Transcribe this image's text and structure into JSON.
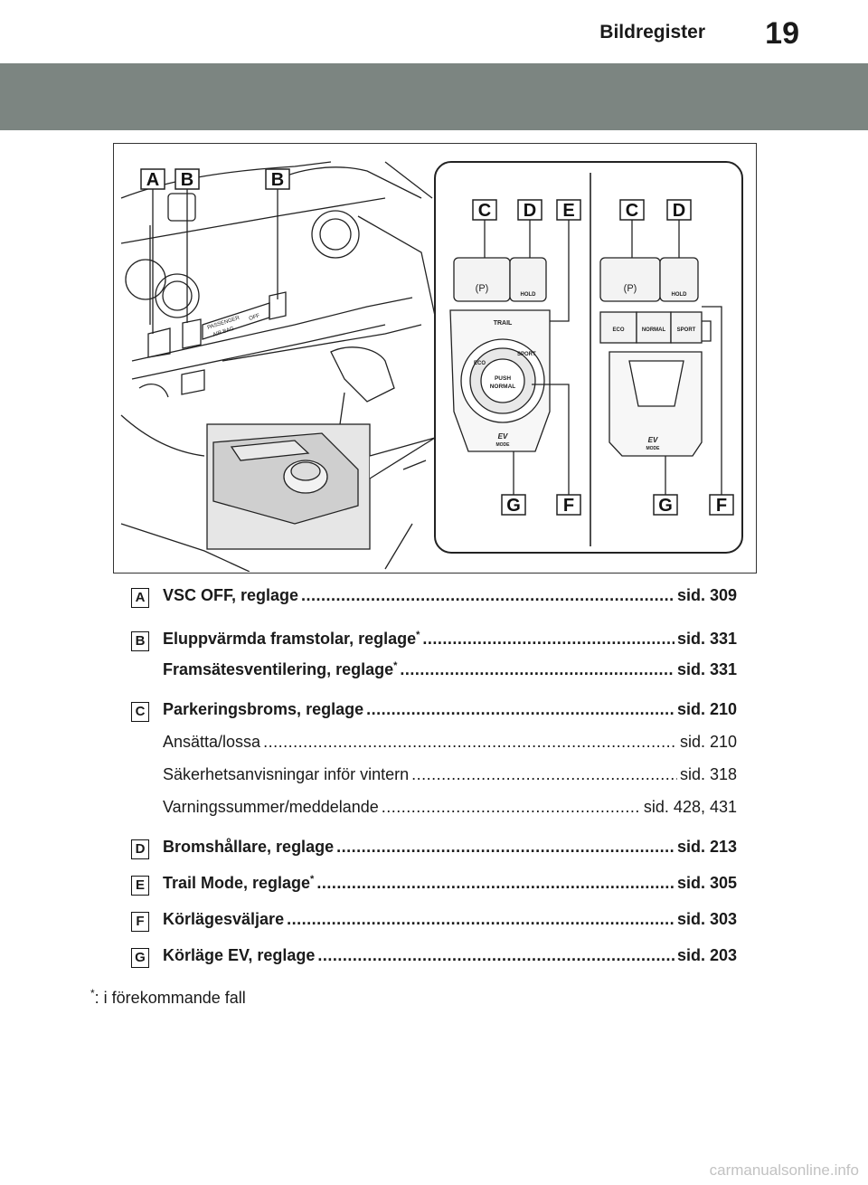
{
  "header": {
    "section_title": "Bildregister",
    "page_number": "19"
  },
  "figure": {
    "callouts_left": [
      "A",
      "B",
      "B"
    ],
    "callouts_right_top": [
      "C",
      "D",
      "E",
      "C",
      "D"
    ],
    "callouts_right_bottom": [
      "G",
      "F",
      "G",
      "F"
    ],
    "labels": {
      "passenger": "PASSENGER",
      "airbag": "AIR BAG",
      "off": "OFF",
      "trail": "TRAIL",
      "eco": "ECO",
      "sport": "SPORT",
      "push": "PUSH",
      "normal": "NORMAL",
      "ev": "EV",
      "mode": "MODE",
      "hold": "HOLD",
      "eco_btn": "ECO",
      "normal_btn": "NORMAL",
      "sport_btn": "SPORT"
    }
  },
  "entries": [
    {
      "badge": "A",
      "text": "VSC OFF, reglage",
      "star": false,
      "page": "sid. 309",
      "bold": true
    },
    {
      "badge": "B",
      "text": "Eluppvärmda framstolar, reglage",
      "star": true,
      "page": "sid. 331",
      "bold": true
    },
    {
      "badge": "",
      "text": "Framsätesventilering, reglage",
      "star": true,
      "page": "sid. 331",
      "bold": true
    },
    {
      "badge": "C",
      "text": "Parkeringsbroms, reglage",
      "star": false,
      "page": "sid. 210",
      "bold": true
    },
    {
      "badge": "",
      "text": "Ansätta/lossa",
      "star": false,
      "page": "sid. 210",
      "bold": false
    },
    {
      "badge": "",
      "text": "Säkerhetsanvisningar inför vintern",
      "star": false,
      "page": "sid. 318",
      "bold": false
    },
    {
      "badge": "",
      "text": "Varningssummer/meddelande",
      "star": false,
      "page": "sid. 428, 431",
      "bold": false
    },
    {
      "badge": "D",
      "text": "Bromshållare, reglage",
      "star": false,
      "page": "sid. 213",
      "bold": true
    },
    {
      "badge": "E",
      "text": "Trail Mode, reglage",
      "star": true,
      "page": "sid. 305",
      "bold": true
    },
    {
      "badge": "F",
      "text": "Körlägesväljare",
      "star": false,
      "page": "sid. 303",
      "bold": true
    },
    {
      "badge": "G",
      "text": "Körläge EV, reglage",
      "star": false,
      "page": "sid. 203",
      "bold": true
    }
  ],
  "footnote": {
    "mark": "*",
    "text": ": i förekommande fall"
  },
  "watermark": "carmanualsonline.info"
}
